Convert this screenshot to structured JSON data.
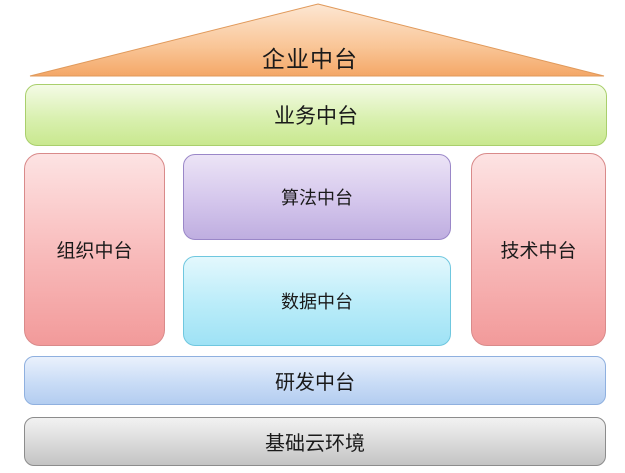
{
  "enterprise": "企业中台",
  "business": "业务中台",
  "organization": "组织中台",
  "algorithm": "算法中台",
  "data": "数据中台",
  "technology": "技术中台",
  "rnd": "研发中台",
  "infrastructure": "基础云环境"
}
